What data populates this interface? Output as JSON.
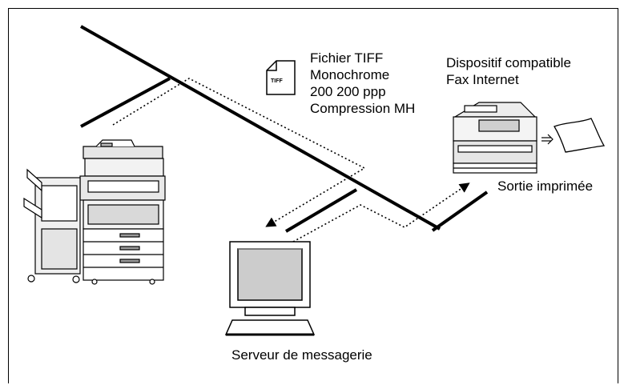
{
  "file_info": {
    "line1": "Fichier TIFF",
    "line2": "Monochrome",
    "line3": "200  200 ppp",
    "line4": "Compression MH"
  },
  "file_icon_label": "TIFF",
  "fax_device": {
    "line1": "Dispositif compatible",
    "line2": "Fax Internet"
  },
  "printed_output_label": "Sortie imprimée",
  "mail_server_label": "Serveur de messagerie",
  "icons": {
    "mfp": "multifunction-printer-icon",
    "server": "computer-monitor-icon",
    "fax": "fax-machine-icon",
    "file": "file-document-icon",
    "paper": "printed-paper-icon"
  }
}
